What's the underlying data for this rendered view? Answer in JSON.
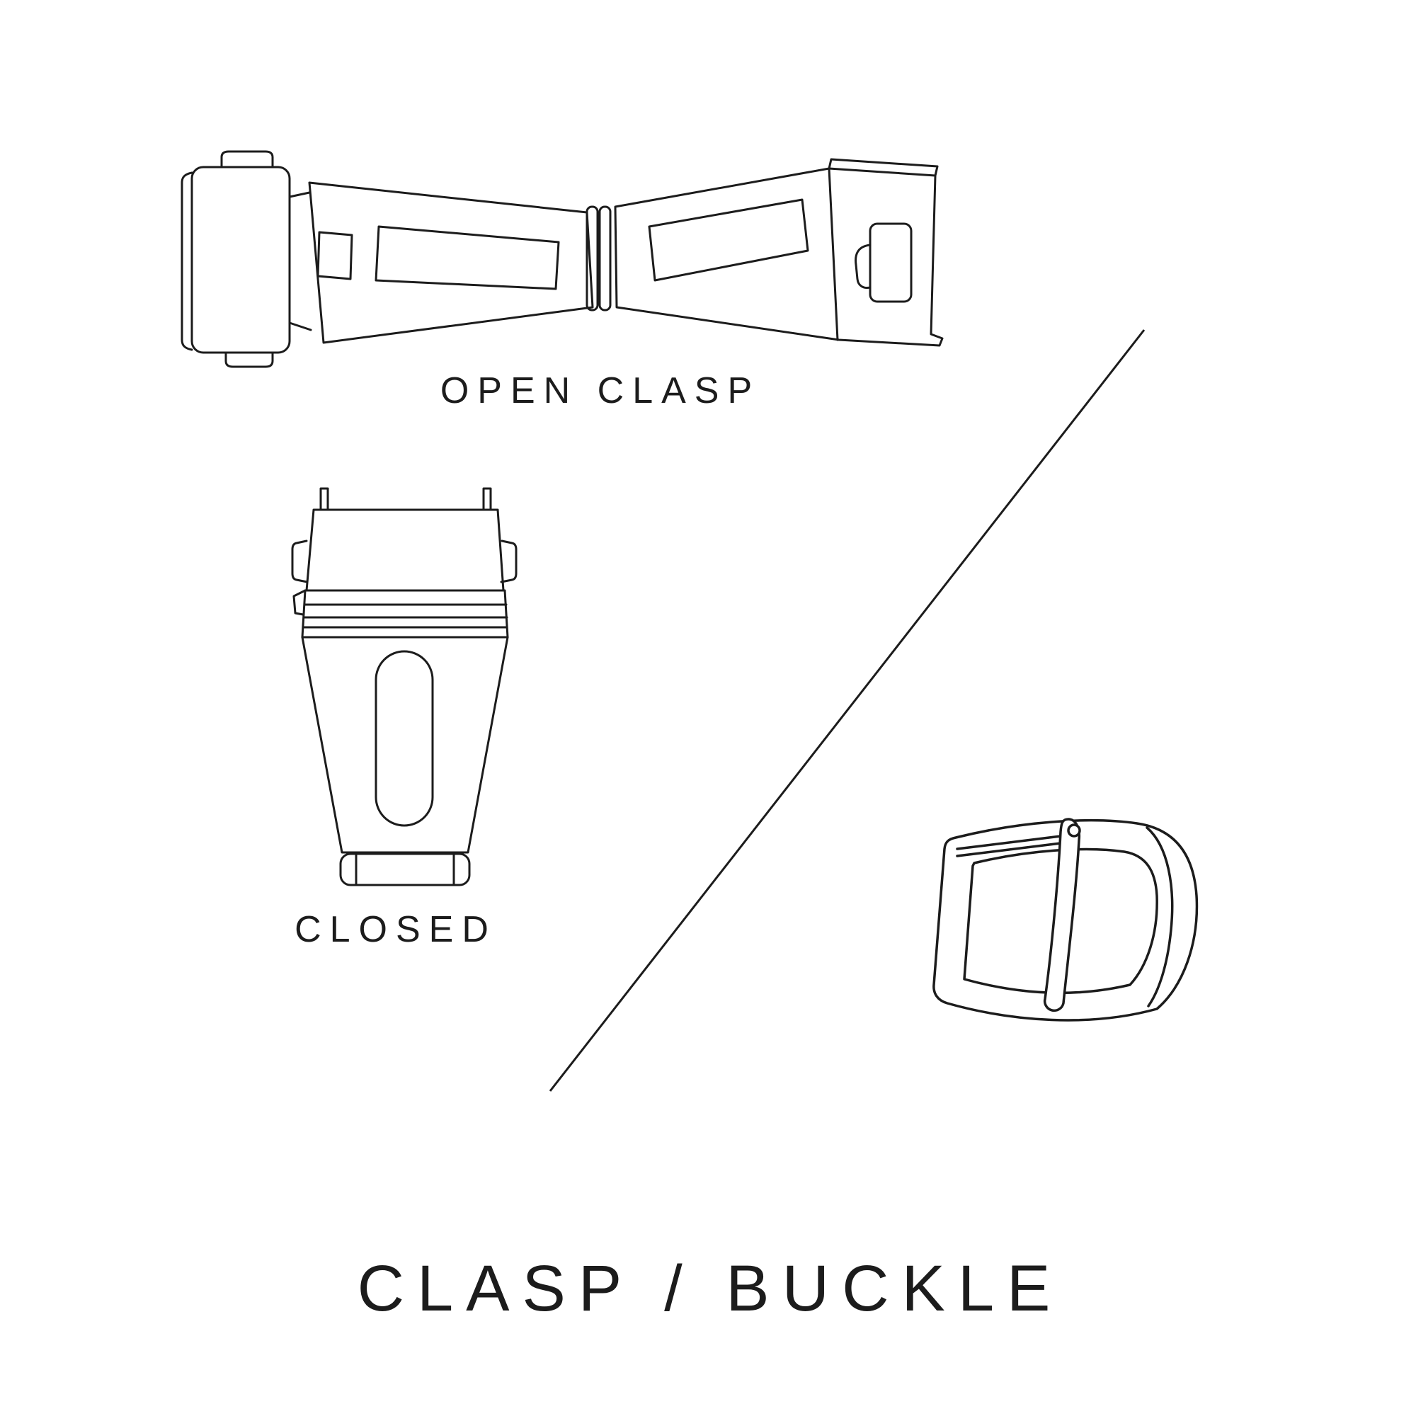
{
  "page": {
    "background_color": "#ffffff",
    "line_color": "#1c1c1c",
    "text_color": "#1c1c1c"
  },
  "figures": {
    "open_clasp": {
      "caption": "OPEN CLASP",
      "illustration": "open-deployant-clasp-line-drawing"
    },
    "closed_clasp": {
      "caption": "CLOSED",
      "illustration": "closed-deployant-clasp-line-drawing"
    },
    "buckle": {
      "illustration": "pin-buckle-line-drawing"
    }
  },
  "title": "CLASP / BUCKLE"
}
